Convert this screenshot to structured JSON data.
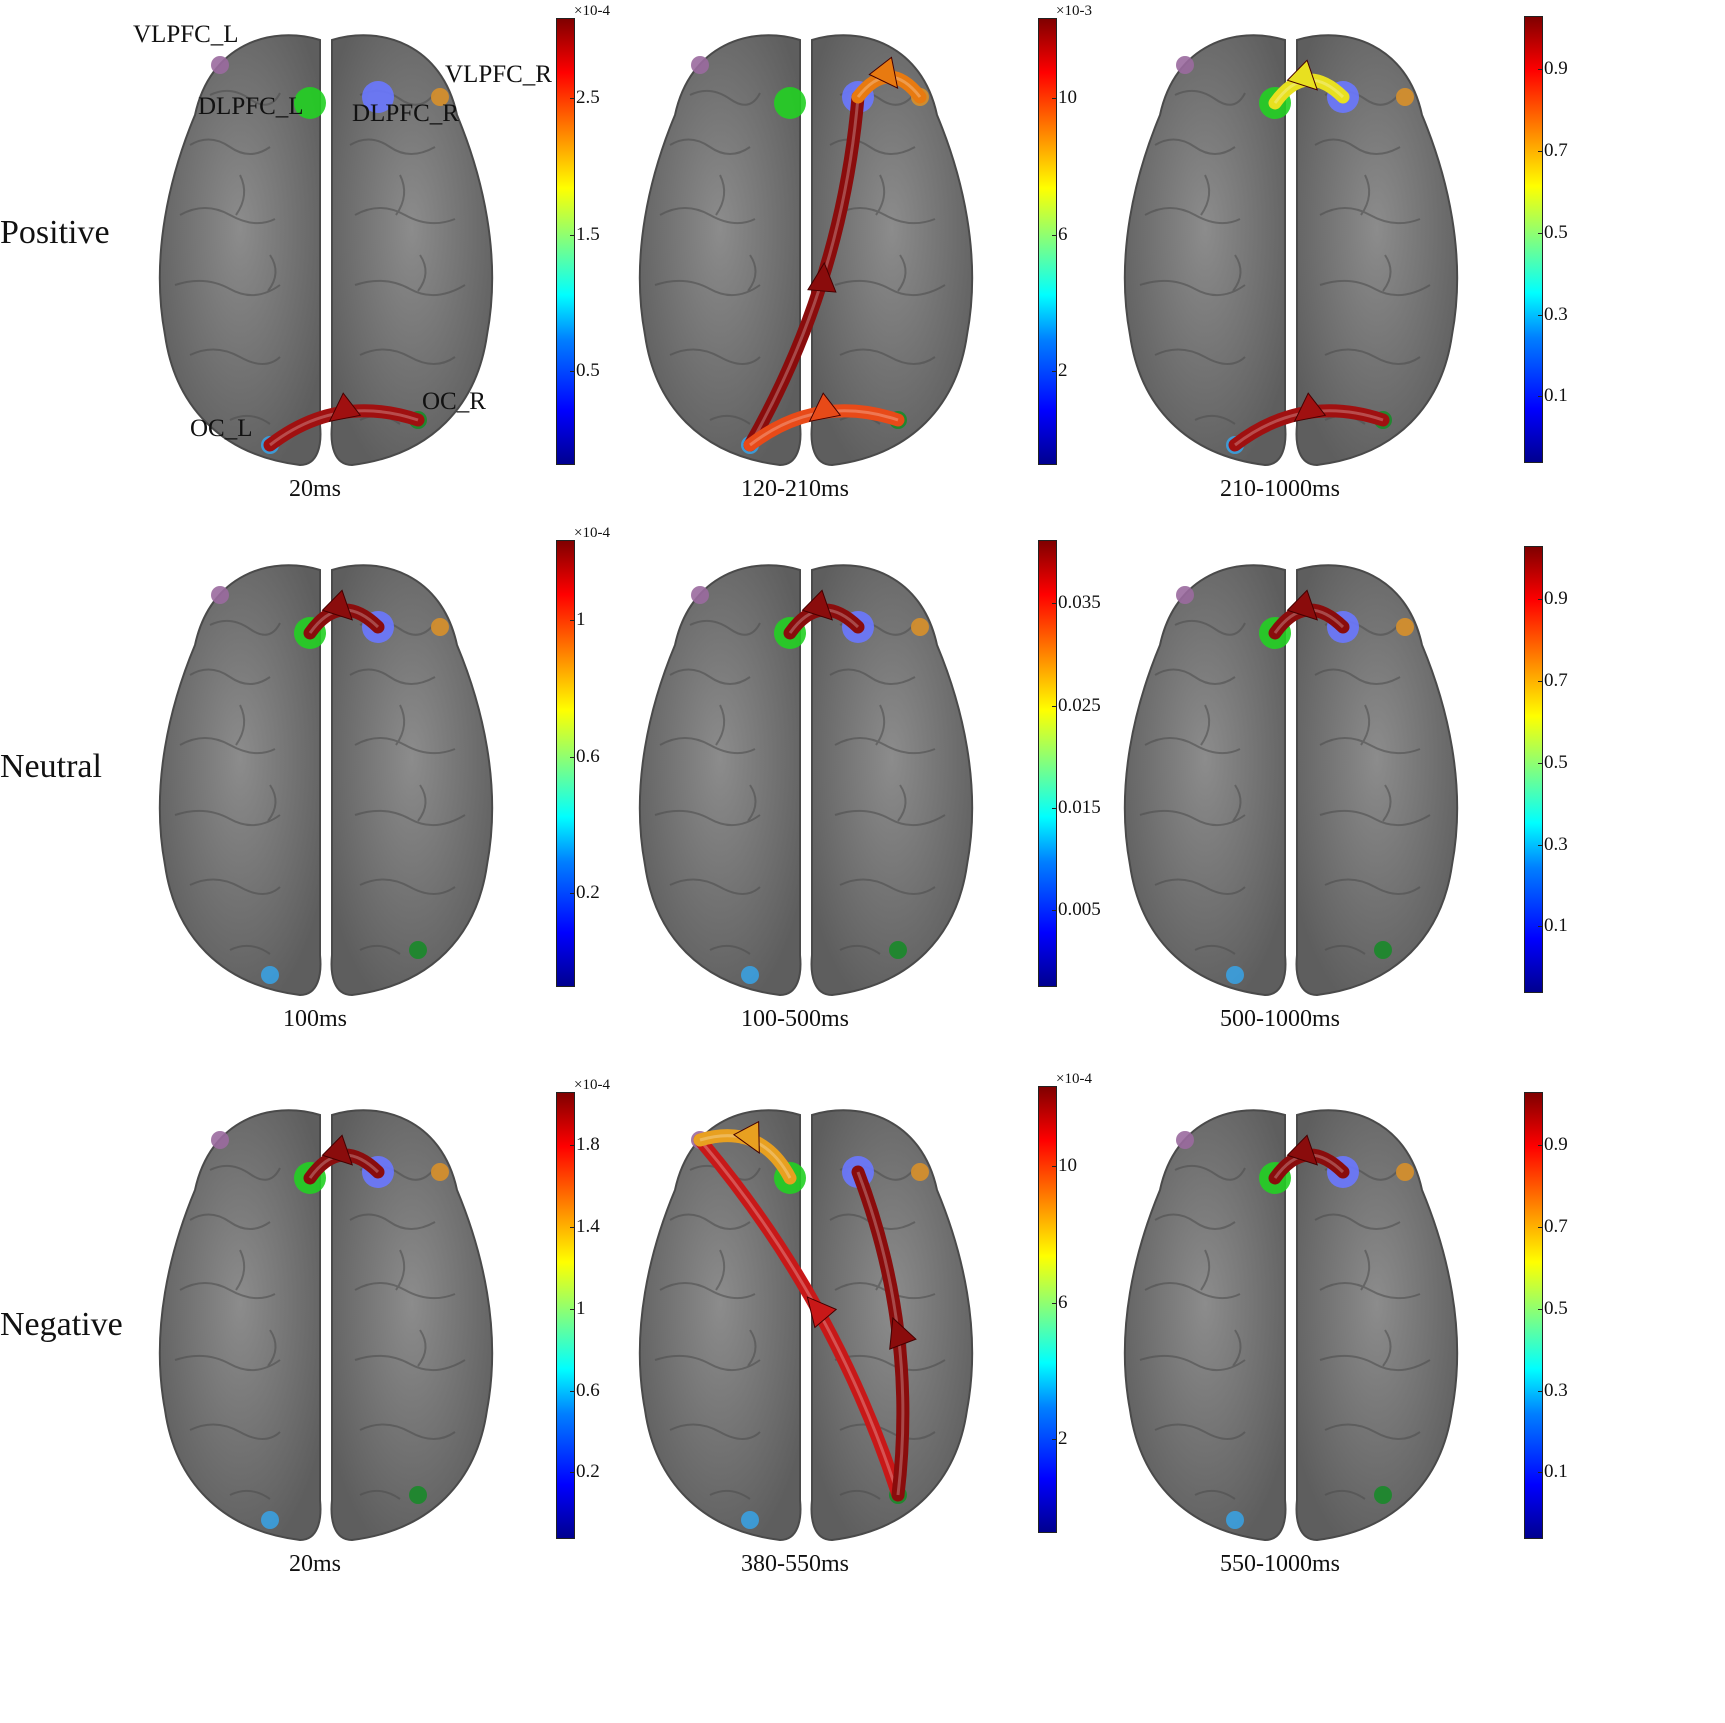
{
  "figure": {
    "row_labels": [
      "Positive",
      "Neutral",
      "Negative"
    ],
    "region_labels": [
      "VLPFC_L",
      "VLPFC_R",
      "DLPFC_L",
      "DLPFC_R",
      "OC_L",
      "OC_R"
    ],
    "panels": [
      {
        "row": "Positive",
        "time": "20ms",
        "colorbar": {
          "exponent": "×10-4",
          "ticks": [
            "2.5",
            "1.5",
            "0.5"
          ]
        },
        "connections": [
          {
            "from": "OC_R",
            "to": "OC_L",
            "strength_color": "#a01010"
          }
        ]
      },
      {
        "row": "Positive",
        "time": "120-210ms",
        "colorbar": {
          "exponent": "×10-3",
          "ticks": [
            "10",
            "6",
            "2"
          ]
        },
        "connections": [
          {
            "from": "OC_L",
            "to": "DLPFC_R",
            "strength_color": "#8a0c0c"
          },
          {
            "from": "DLPFC_R",
            "to": "VLPFC_R",
            "strength_color": "#e87a10"
          },
          {
            "from": "OC_R",
            "to": "OC_L",
            "strength_color": "#e84a18"
          }
        ]
      },
      {
        "row": "Positive",
        "time": "210-1000ms",
        "colorbar": {
          "exponent": "",
          "ticks": [
            "0.9",
            "0.7",
            "0.5",
            "0.3",
            "0.1"
          ]
        },
        "connections": [
          {
            "from": "DLPFC_L",
            "to": "DLPFC_R",
            "strength_color": "#e8e020"
          },
          {
            "from": "OC_R",
            "to": "OC_L",
            "strength_color": "#a01010"
          }
        ]
      },
      {
        "row": "Neutral",
        "time": "100ms",
        "colorbar": {
          "exponent": "×10-4",
          "ticks": [
            "1",
            "0.6",
            "0.2"
          ]
        },
        "connections": [
          {
            "from": "DLPFC_L",
            "to": "DLPFC_R",
            "strength_color": "#8a0c0c"
          }
        ]
      },
      {
        "row": "Neutral",
        "time": "100-500ms",
        "colorbar": {
          "exponent": "",
          "ticks": [
            "0.035",
            "0.025",
            "0.015",
            "0.005"
          ]
        },
        "connections": [
          {
            "from": "DLPFC_L",
            "to": "DLPFC_R",
            "strength_color": "#8a0c0c"
          }
        ]
      },
      {
        "row": "Neutral",
        "time": "500-1000ms",
        "colorbar": {
          "exponent": "",
          "ticks": [
            "0.9",
            "0.7",
            "0.5",
            "0.3",
            "0.1"
          ]
        },
        "connections": [
          {
            "from": "DLPFC_L",
            "to": "DLPFC_R",
            "strength_color": "#8a0c0c"
          }
        ]
      },
      {
        "row": "Negative",
        "time": "20ms",
        "colorbar": {
          "exponent": "×10-4",
          "ticks": [
            "1.8",
            "1.4",
            "1",
            "0.6",
            "0.2"
          ]
        },
        "connections": [
          {
            "from": "DLPFC_L",
            "to": "DLPFC_R",
            "strength_color": "#8a0c0c"
          }
        ]
      },
      {
        "row": "Negative",
        "time": "380-550ms",
        "colorbar": {
          "exponent": "×10-4",
          "ticks": [
            "10",
            "6",
            "2"
          ]
        },
        "connections": [
          {
            "from": "OC_R",
            "to": "VLPFC_L",
            "strength_color": "#c81818"
          },
          {
            "from": "OC_R",
            "to": "DLPFC_R",
            "strength_color": "#8a0c0c"
          },
          {
            "from": "VLPFC_L",
            "to": "DLPFC_L",
            "strength_color": "#e8a020"
          }
        ]
      },
      {
        "row": "Negative",
        "time": "550-1000ms",
        "colorbar": {
          "exponent": "",
          "ticks": [
            "0.9",
            "0.7",
            "0.5",
            "0.3",
            "0.1"
          ]
        },
        "connections": [
          {
            "from": "DLPFC_L",
            "to": "DLPFC_R",
            "strength_color": "#8a0c0c"
          }
        ]
      }
    ],
    "region_colors": {
      "VLPFC_L": "#9a6a9e",
      "VLPFC_R": "#d8902a",
      "DLPFC_L": "#22d022",
      "DLPFC_R": "#6a78ff",
      "OC_L": "#3aa0e0",
      "OC_R": "#1a8a2a"
    }
  }
}
